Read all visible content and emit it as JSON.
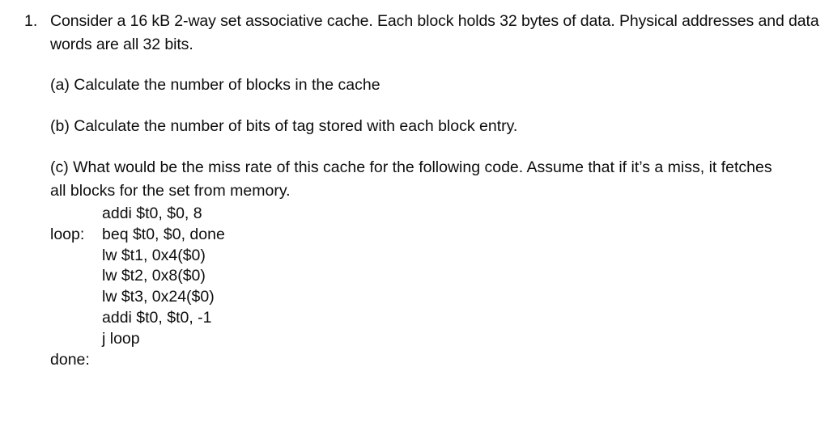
{
  "document": {
    "background_color": "#ffffff",
    "text_color": "#0d0d0d",
    "question": {
      "number": "1.",
      "intro": "Consider a 16 kB 2-way set associative cache. Each block holds 32 bytes of data. Physical addresses and data words are all 32 bits.",
      "parts": [
        {
          "id": "a",
          "text": "(a) Calculate the number of blocks in the cache"
        },
        {
          "id": "b",
          "text": "(b) Calculate the number of bits of tag stored with each block entry."
        },
        {
          "id": "c",
          "text": "(c) What would be the miss rate of this cache for the following code. Assume that if it’s a miss, it fetches all blocks for the set from memory."
        }
      ],
      "code": {
        "language": "MIPS assembly",
        "lines": [
          {
            "label": "",
            "instruction": "addi $t0, $0, 8"
          },
          {
            "label": "loop:",
            "instruction": "beq $t0, $0, done"
          },
          {
            "label": "",
            "instruction": "lw $t1, 0x4($0)"
          },
          {
            "label": "",
            "instruction": "lw $t2, 0x8($0)"
          },
          {
            "label": "",
            "instruction": "lw $t3, 0x24($0)"
          },
          {
            "label": "",
            "instruction": "addi $t0, $t0, -1"
          },
          {
            "label": "",
            "instruction": "j loop"
          },
          {
            "label": "done:",
            "instruction": ""
          }
        ]
      }
    }
  }
}
